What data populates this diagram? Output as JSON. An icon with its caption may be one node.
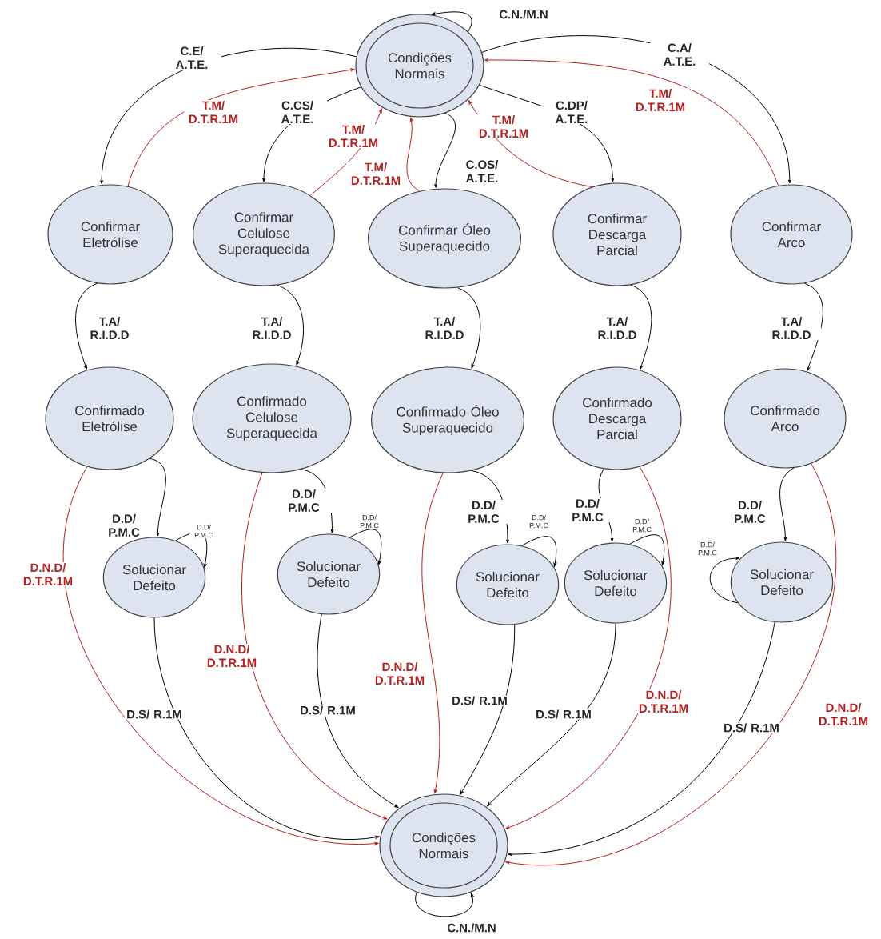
{
  "diagram": {
    "nodes": [
      {
        "text": [
          "Condições Normais"
        ]
      },
      {
        "text": [
          "Confirmar Eletrólise"
        ]
      },
      {
        "text": [
          "Confirmar Celulose Superaquecida"
        ]
      },
      {
        "text": [
          "Confirmar Óleo Superaquecido"
        ]
      },
      {
        "text": [
          "Confirmar Descarga Parcial"
        ]
      },
      {
        "text": [
          "Confirmar Arco"
        ]
      },
      {
        "text": [
          "Confirmado Eletrólise"
        ]
      },
      {
        "text": [
          "Confirmado Celulose Superaquecida"
        ]
      },
      {
        "text": [
          "Confirmado Óleo Superaquecido"
        ]
      },
      {
        "text": [
          "Confirmado Descarga Parcial"
        ]
      },
      {
        "text": [
          "Confirmado Arco"
        ]
      },
      {
        "text": [
          "Solucionar Defeito"
        ]
      },
      {
        "text": [
          "Solucionar Defeito"
        ]
      },
      {
        "text": [
          "Solucionar Defeito"
        ]
      },
      {
        "text": [
          "Solucionar Defeito"
        ]
      },
      {
        "text": [
          "Solucionar Defeito"
        ]
      },
      {
        "text": [
          "Condições Normais"
        ]
      }
    ],
    "edges": [
      {
        "from": 0,
        "to": 0,
        "arrow": "to",
        "label": "C.N./M.N"
      },
      {
        "from": 0,
        "to": 1,
        "arrow": "to",
        "label": "C.E/ A.T.E."
      },
      {
        "from": 1,
        "to": 0,
        "arrow": "to",
        "label": "T.M/ D.T.R.1M",
        "color": "#b22222"
      },
      {
        "from": 0,
        "to": 2,
        "arrow": "to",
        "label": "C.CS/ A.T.E."
      },
      {
        "from": 2,
        "to": 0,
        "arrow": "to",
        "label": "T.M/ D.T.R.1M",
        "color": "#b22222"
      },
      {
        "from": 0,
        "to": 3,
        "arrow": "to",
        "label": "C.OS/ A.T.E."
      },
      {
        "from": 3,
        "to": 0,
        "arrow": "to",
        "label": "T.M/ D.T.R.1M",
        "color": "#b22222"
      },
      {
        "from": 0,
        "to": 4,
        "arrow": "to",
        "label": "C.DP/ A.T.E."
      },
      {
        "from": 4,
        "to": 0,
        "arrow": "to",
        "label": "T.M/ D.T.R.1M",
        "color": "#b22222"
      },
      {
        "from": 0,
        "to": 5,
        "arrow": "to",
        "label": "C.A/ A.T.E."
      },
      {
        "from": 5,
        "to": 0,
        "arrow": "to",
        "label": "T.M/ D.T.R.1M",
        "color": "#b22222"
      },
      {
        "from": 1,
        "to": 6,
        "arrow": "to",
        "label": "T.A/ R.I.D.D"
      },
      {
        "from": 2,
        "to": 7,
        "arrow": "to",
        "label": "T.A/ R.I.D.D"
      },
      {
        "from": 3,
        "to": 8,
        "arrow": "to",
        "label": "T.A/ R.I.D.D"
      },
      {
        "from": 4,
        "to": 9,
        "arrow": "to",
        "label": "T.A/ R.I.D.D"
      },
      {
        "from": 5,
        "to": 10,
        "arrow": "to",
        "label": "T.A/ R.I.D.D"
      },
      {
        "from": 6,
        "to": 11,
        "arrow": "to",
        "label": "D.D/ P.M.C"
      },
      {
        "from": 7,
        "to": 12,
        "arrow": "to",
        "label": "D.D/ P.M.C"
      },
      {
        "from": 8,
        "to": 13,
        "arrow": "to",
        "label": "D.D/ P.M.C"
      },
      {
        "from": 9,
        "to": 14,
        "arrow": "to",
        "label": "D.D/ P.M.C"
      },
      {
        "from": 10,
        "to": 15,
        "arrow": "to",
        "label": "D.D/ P.M.C"
      },
      {
        "from": 11,
        "to": 11,
        "arrow": "to",
        "label": "D.D/ P.M.C"
      },
      {
        "from": 12,
        "to": 12,
        "arrow": "to",
        "label": "D.D/ P.M.C"
      },
      {
        "from": 13,
        "to": 13,
        "arrow": "to",
        "label": "D.D/ P.M.C"
      },
      {
        "from": 14,
        "to": 14,
        "arrow": "to",
        "label": "D.D/ P.M.C"
      },
      {
        "from": 15,
        "to": 15,
        "arrow": "to",
        "label": "D.D/ P.M.C"
      },
      {
        "from": 11,
        "to": 16,
        "arrow": "to",
        "label": "D.S/ R.1M"
      },
      {
        "from": 12,
        "to": 16,
        "arrow": "to",
        "label": "D.S/ R.1M"
      },
      {
        "from": 13,
        "to": 16,
        "arrow": "to",
        "label": "D.S/ R.1M"
      },
      {
        "from": 14,
        "to": 16,
        "arrow": "to",
        "label": "D.S/ R.1M"
      },
      {
        "from": 15,
        "to": 16,
        "arrow": "to",
        "label": "D.S/ R.1M"
      },
      {
        "from": 6,
        "to": 16,
        "arrow": "to",
        "label": "D.N.D/ D.T.R.1M",
        "color": "#b22222"
      },
      {
        "from": 7,
        "to": 16,
        "arrow": "to",
        "label": "D.N.D/ D.T.R.1M",
        "color": "#b22222"
      },
      {
        "from": 8,
        "to": 16,
        "arrow": "to",
        "label": "D.N.D/ D.T.R.1M",
        "color": "#b22222"
      },
      {
        "from": 9,
        "to": 16,
        "arrow": "to",
        "label": "D.N.D/ D.T.R.1M",
        "color": "#b22222"
      },
      {
        "from": 10,
        "to": 16,
        "arrow": "to",
        "label": "D.N.D/ D.T.R.1M",
        "color": "#b22222"
      },
      {
        "from": 16,
        "to": 16,
        "arrow": "to",
        "label": "C.N./M.N"
      }
    ]
  }
}
